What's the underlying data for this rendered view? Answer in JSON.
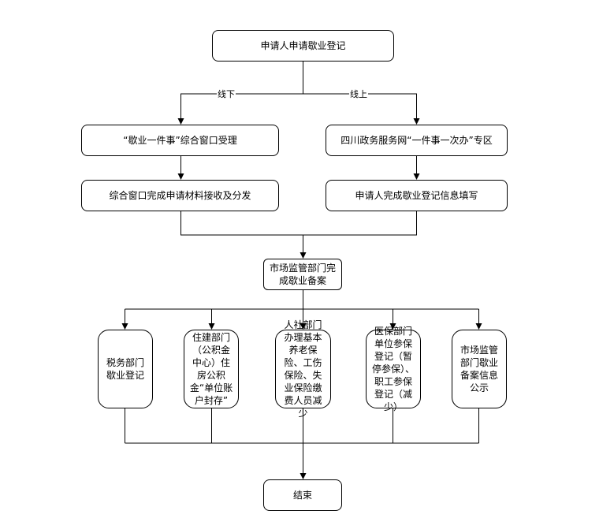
{
  "flowchart": {
    "start": "申请人申请歇业登记",
    "branch_labels": {
      "offline": "线下",
      "online": "线上"
    },
    "offline": {
      "step1": "“歇业一件事”综合窗口受理",
      "step2": "综合窗口完成申请材料接收及分发"
    },
    "online": {
      "step1": "四川政务服务网“一件事一次办”专区",
      "step2": "申请人完成歇业登记信息填写"
    },
    "market_filing": "市场监管部门完成歇业备案",
    "departments": [
      "税务部门歇业登记",
      "住建部门（公积金中心）住房公积金“单位账户封存”",
      "人社部门办理基本养老保险、工伤保险、失业保险缴费人员减少",
      "医保部门单位参保登记（暂停参保）、职工参保登记（减少）",
      "市场监管部门歇业备案信息公示"
    ],
    "end": "结束"
  }
}
